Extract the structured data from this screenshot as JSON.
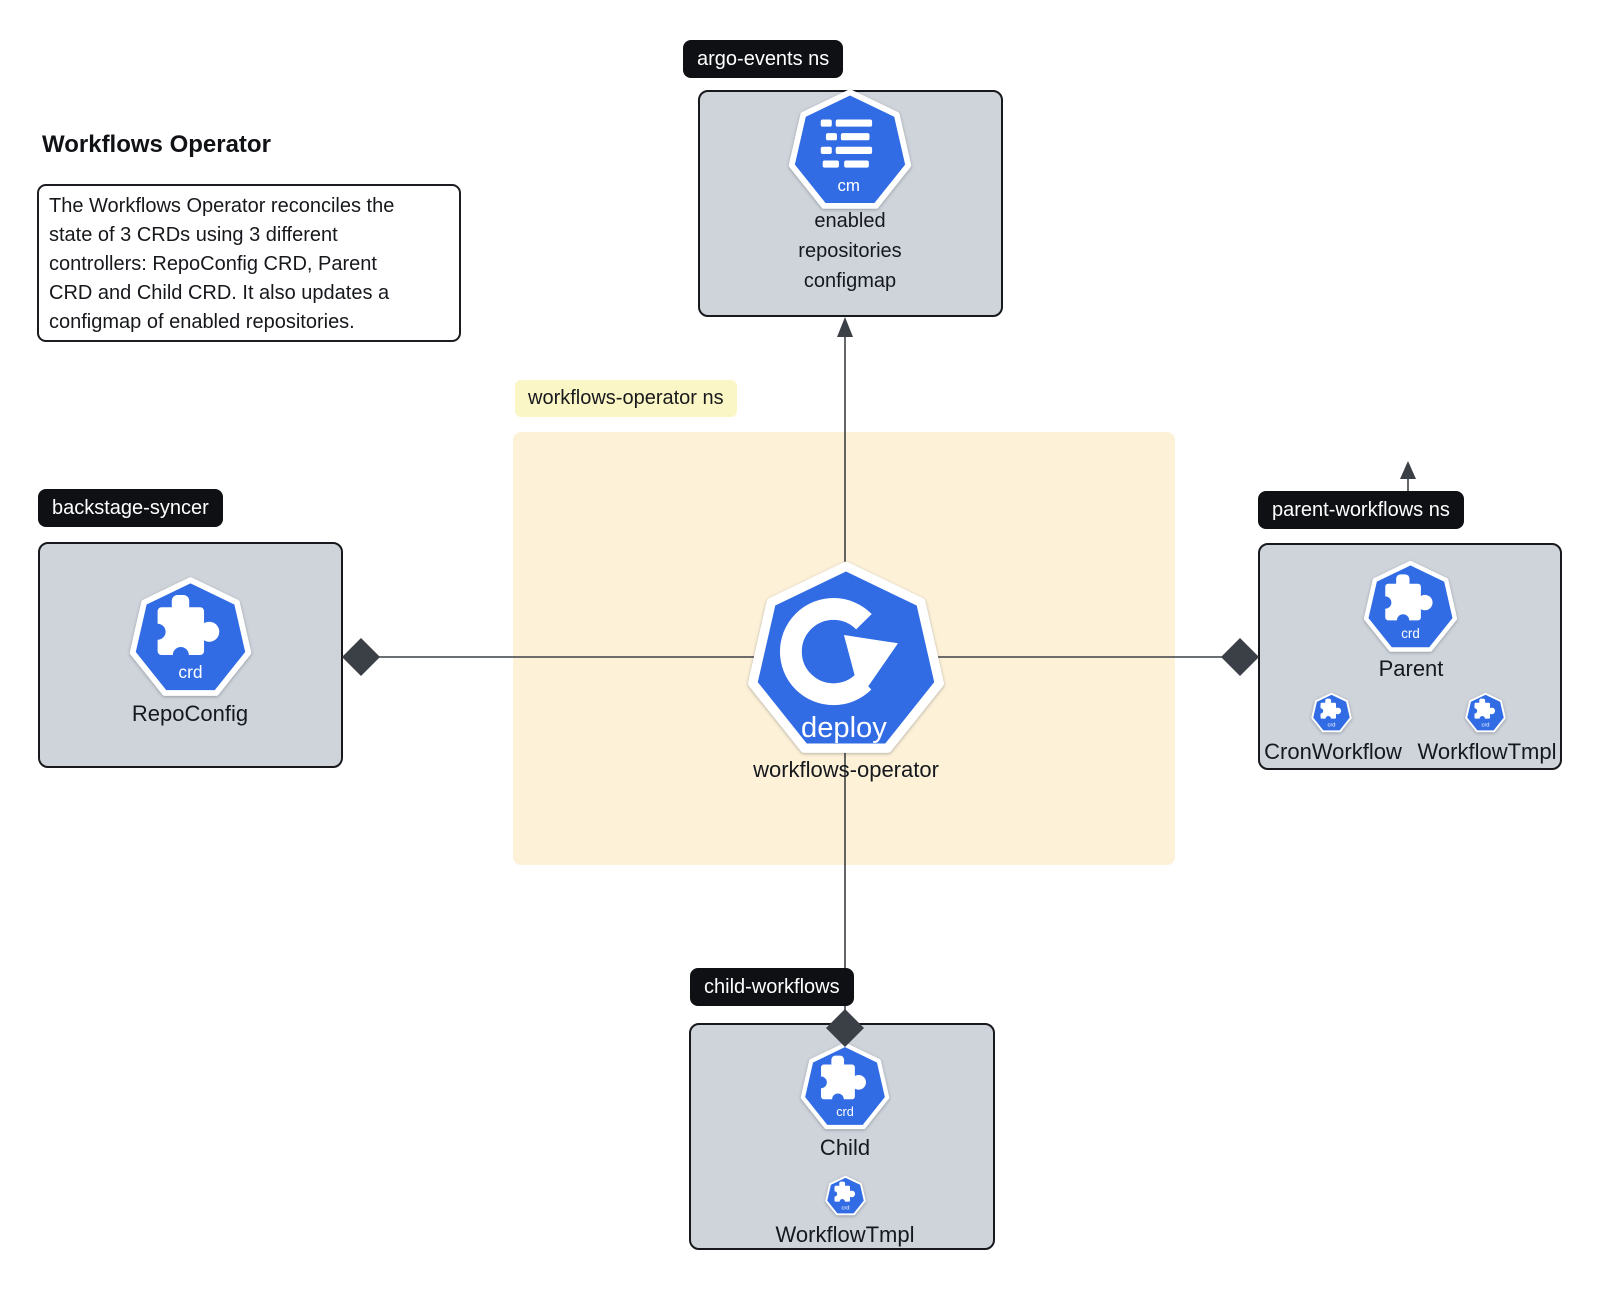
{
  "colors": {
    "k8s_blue": "#326CE5",
    "node_gray": "#cfd4db",
    "ns_box_yellow": "#fdf1d8",
    "ns_label_yellow": "#fbf6c5",
    "label_black": "#0e1013",
    "line_gray": "#3d4045",
    "diamond_dark": "#3b4046"
  },
  "header": {
    "title": "Workflows Operator",
    "description_lines": [
      "The Workflows Operator reconciles the",
      "state of 3 CRDs using 3 different",
      "controllers: RepoConfig CRD, Parent",
      "CRD and Child CRD. It also updates a",
      "configmap of enabled repositories."
    ]
  },
  "nodes": {
    "argo_events": {
      "ns_label": "argo-events ns",
      "icon_label": "cm",
      "caption_lines": [
        "enabled",
        "repositories",
        "configmap"
      ]
    },
    "operator": {
      "ns_label": "workflows-operator ns",
      "icon_label": "deploy",
      "caption": "workflows-operator"
    },
    "backstage_syncer": {
      "ns_label": "backstage-syncer",
      "icon_label": "crd",
      "caption": "RepoConfig"
    },
    "parent_workflows": {
      "ns_label": "parent-workflows ns",
      "icon_label": "crd",
      "caption": "Parent",
      "children": [
        {
          "icon_label": "crd",
          "caption": "CronWorkflow"
        },
        {
          "icon_label": "crd",
          "caption": "WorkflowTmpl"
        }
      ]
    },
    "child_workflows": {
      "ns_label": "child-workflows",
      "icon_label": "crd",
      "caption": "Child",
      "children": [
        {
          "icon_label": "crd",
          "caption": "WorkflowTmpl"
        }
      ]
    }
  }
}
